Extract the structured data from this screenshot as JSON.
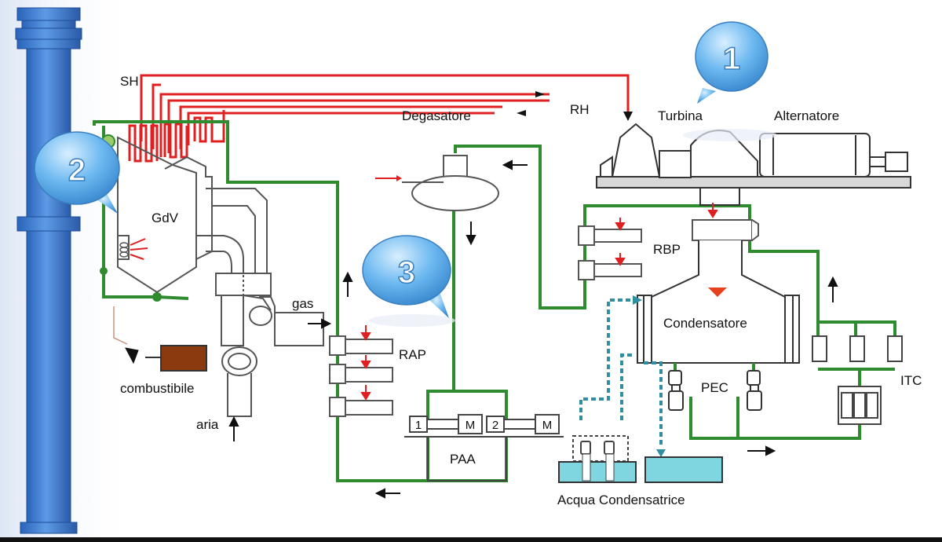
{
  "labels": {
    "sh": "SH",
    "rh": "RH",
    "degasatore": "Degasatore",
    "turbina": "Turbina",
    "alternatore": "Alternatore",
    "gdv": "GdV",
    "rbp": "RBP",
    "gas": "gas",
    "condensatore": "Condensatore",
    "rap": "RAP",
    "combustibile": "combustibile",
    "itc": "ITC",
    "pec": "PEC",
    "aria": "aria",
    "paa": "PAA",
    "acqua_condensatrice": "Acqua Condensatrice"
  },
  "bubbles": [
    "1",
    "2",
    "3"
  ],
  "pump_numbers": [
    "1",
    "2"
  ],
  "motor_label": "M",
  "colors": {
    "feedwater_line": "#2e8b2e",
    "steam_line": "#e02020",
    "cooling_water_line": "#2f8fa0",
    "chimney": "#3b7fd4",
    "bubble": "#4aa3e8",
    "fuel": "#8b3a10",
    "cooling_basin": "#7fd6e0"
  }
}
